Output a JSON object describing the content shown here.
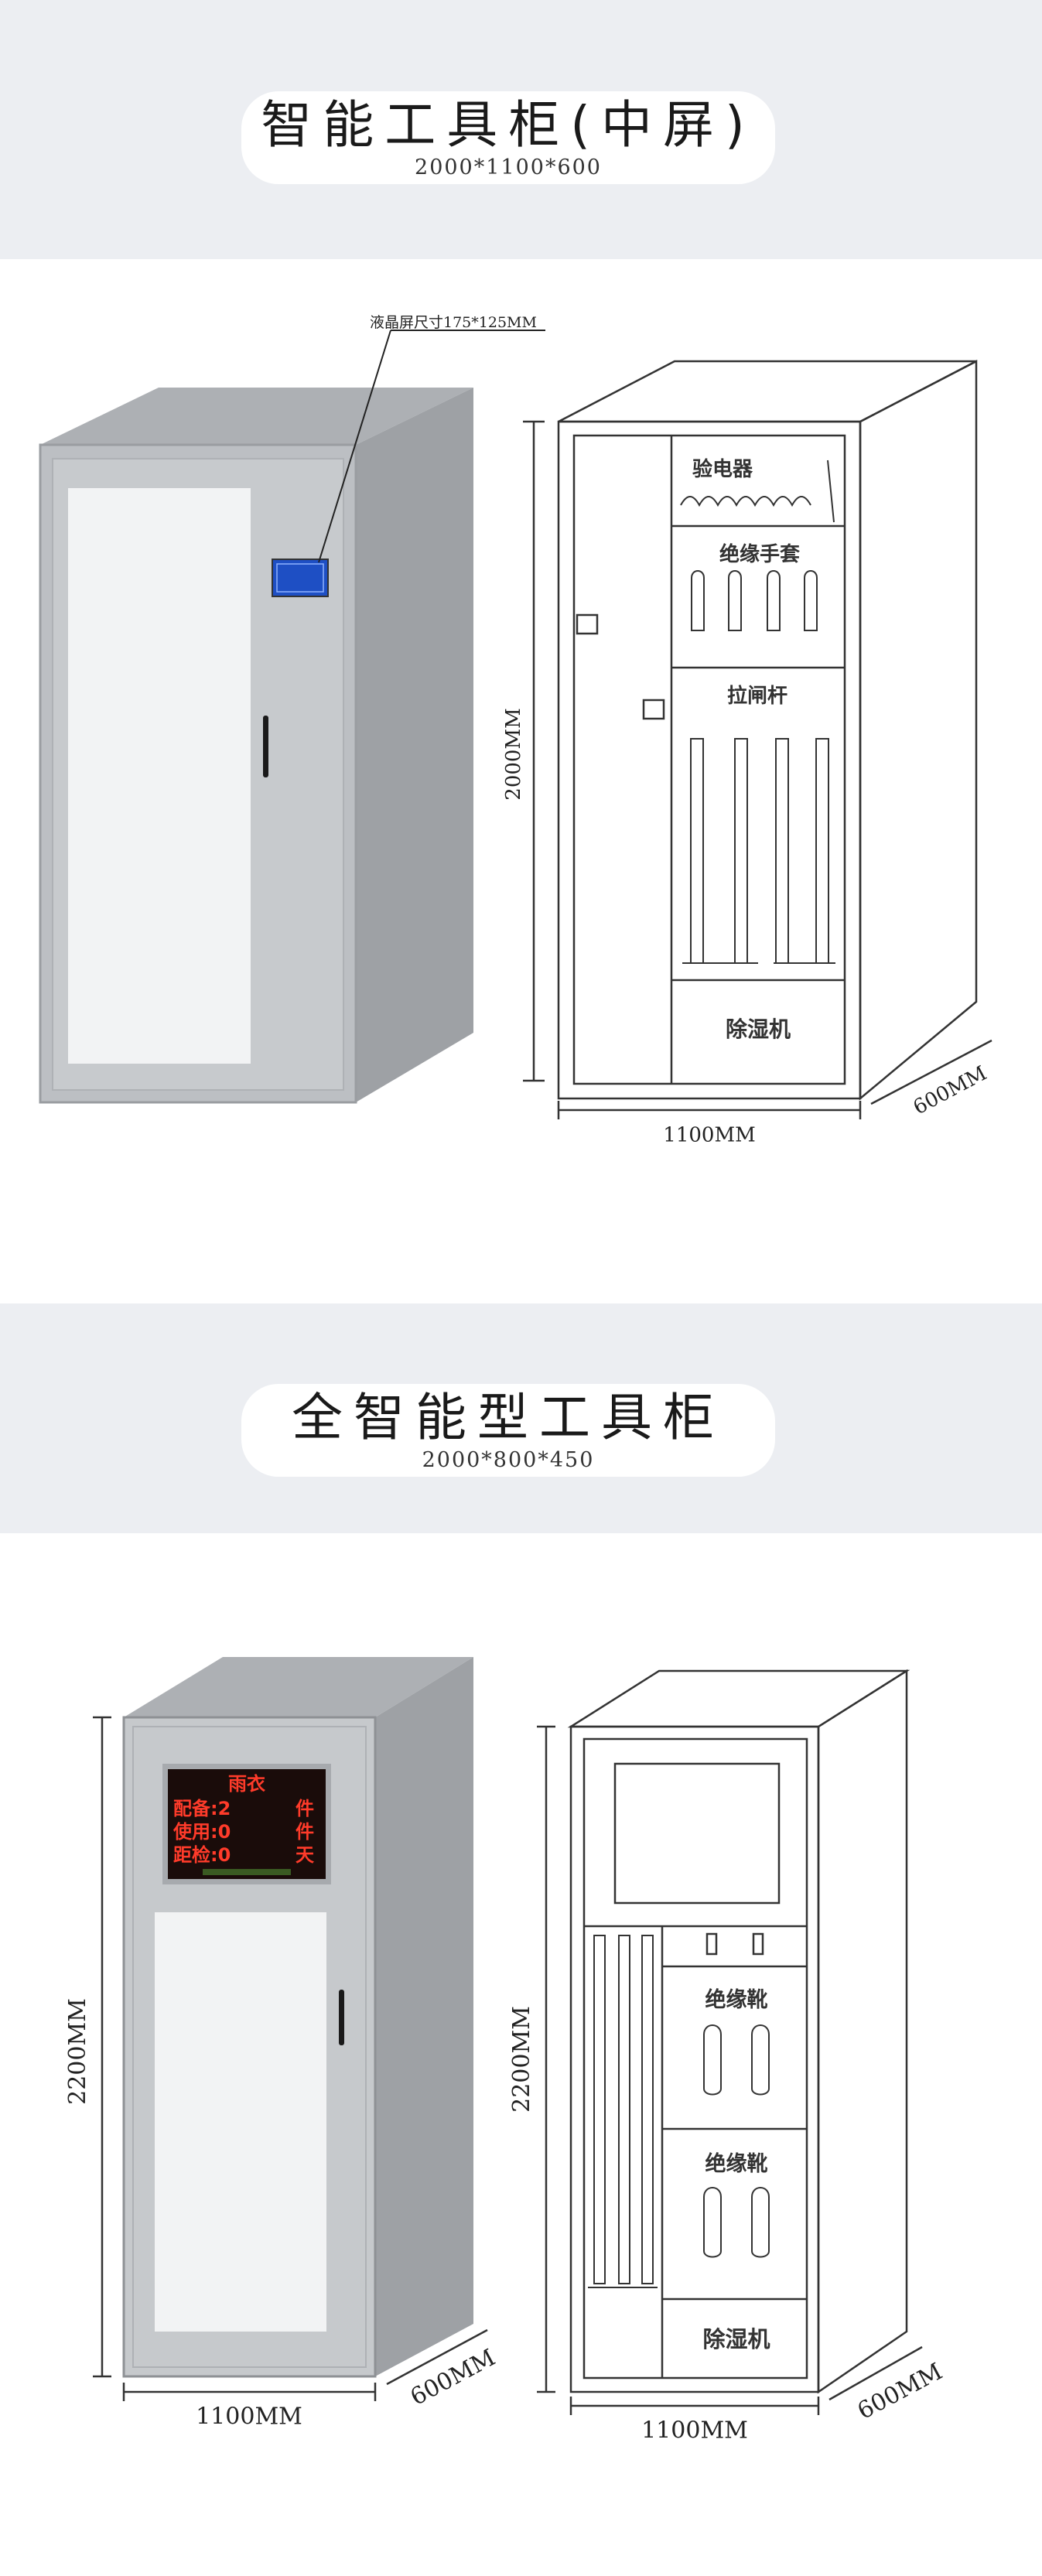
{
  "section1": {
    "title": "智能工具柜(中屏)",
    "size": "2000*1100*600",
    "screen_label": "液晶屏尺寸175*125MM",
    "height_label": "2000MM",
    "width_label": "1100MM",
    "depth_label": "600MM",
    "compartments": [
      "验电器",
      "绝缘手套",
      "拉闸杆",
      "除湿机"
    ]
  },
  "section2": {
    "title": "全智能型工具柜",
    "size": "2000*800*450",
    "led_lines": [
      "雨衣",
      "配备:2",
      "件",
      "使用:0",
      "件",
      "距检:0",
      "天"
    ],
    "height_label_left": "2200MM",
    "width_label_left": "1100MM",
    "depth_label_left": "600MM",
    "height_label_right": "2200MM",
    "width_label_right": "1100MM",
    "depth_label_right": "600MM",
    "compartments": [
      "绝缘靴",
      "绝缘靴",
      "除湿机"
    ]
  }
}
